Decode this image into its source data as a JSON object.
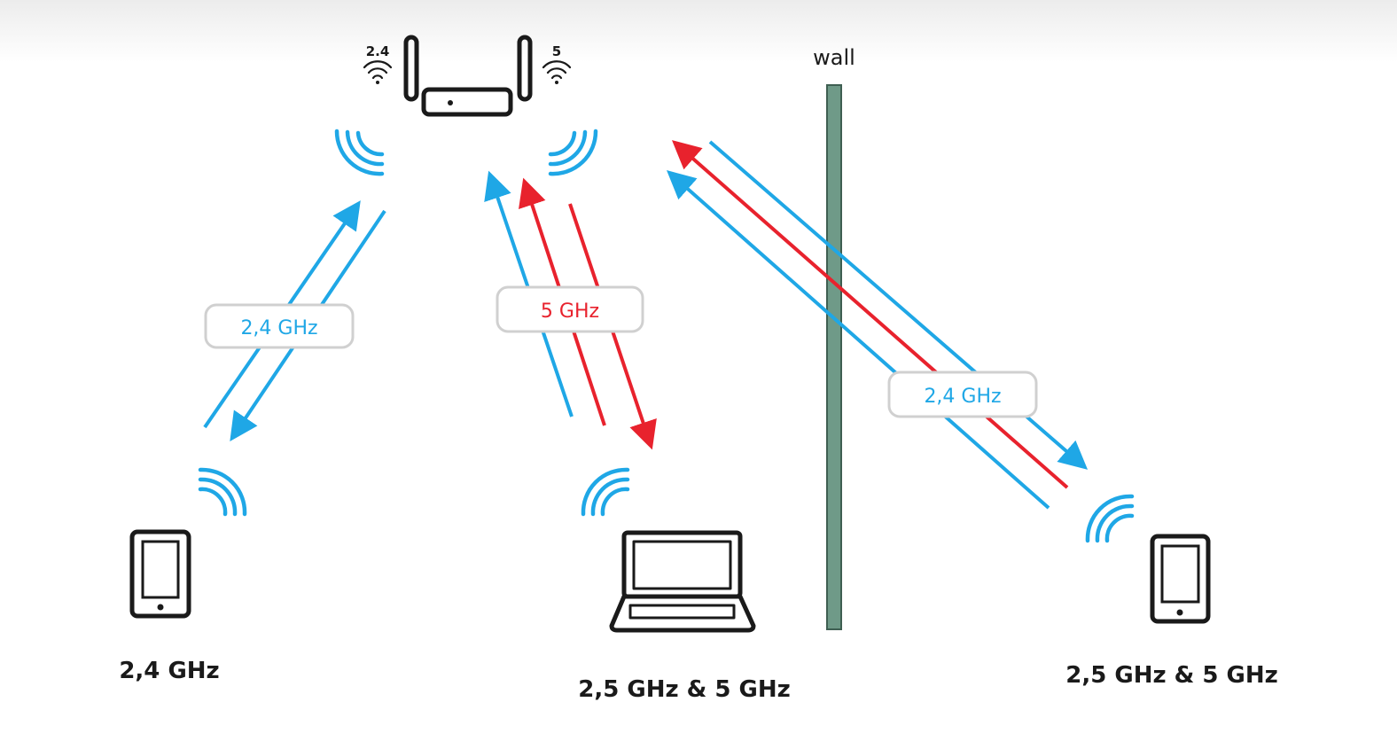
{
  "labels": {
    "wall": "wall",
    "router_band_left": "2.4",
    "router_band_right": "5",
    "link_left": "2,4 GHz",
    "link_middle": "5 GHz",
    "link_right": "2,4 GHz",
    "device_left": "2,4 GHz",
    "device_middle": "2,5 GHz & 5 GHz",
    "device_right": "2,5 GHz & 5 GHz"
  },
  "icons": {
    "router": "router-icon",
    "phone_left": "smartphone-icon",
    "laptop": "laptop-icon",
    "phone_right": "smartphone-icon",
    "signal": "wifi-signal-icon"
  },
  "colors": {
    "band_24": "#1fa7e6",
    "band_5": "#e8222d",
    "wall": "#6f9a88",
    "outline": "#1a1a1a",
    "label_border": "#d0d0d0"
  }
}
